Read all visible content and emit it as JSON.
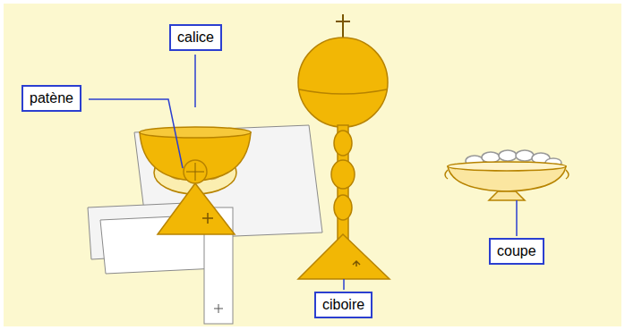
{
  "diagram": {
    "labels": [
      "calice",
      "patène",
      "ciboire",
      "coupe"
    ]
  }
}
